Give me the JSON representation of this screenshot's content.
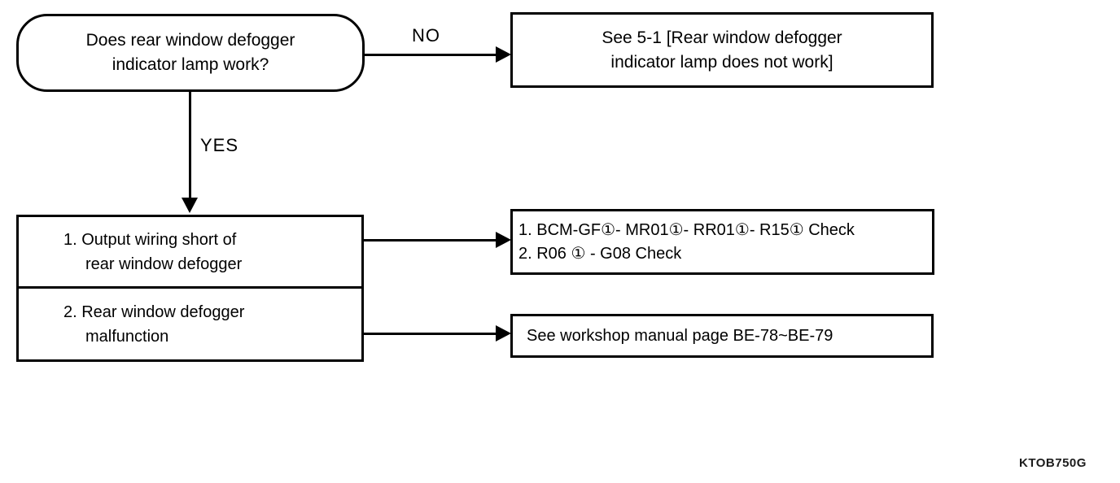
{
  "colors": {
    "ink": "#000000",
    "background": "#ffffff"
  },
  "flowchart": {
    "decision_box": {
      "line1": "Does rear window defogger",
      "line2": "indicator lamp work?"
    },
    "no_branch": {
      "label": "NO",
      "result_line1": "See 5-1 [Rear window defogger",
      "result_line2": "indicator lamp does not work]"
    },
    "yes_branch": {
      "label": "YES"
    },
    "causes_box": {
      "cause1_line1": "1. Output wiring short of",
      "cause1_line2": "rear window defogger",
      "cause2_line1": "2. Rear window defogger",
      "cause2_line2": "malfunction"
    },
    "check_box": {
      "line1": "1. BCM-GF①- MR01①- RR01①- R15① Check",
      "line2": "2. R06 ① - G08 Check"
    },
    "manual_box": {
      "text": "See workshop manual page BE-78~BE-79"
    },
    "figure_code": "KTOB750G"
  }
}
